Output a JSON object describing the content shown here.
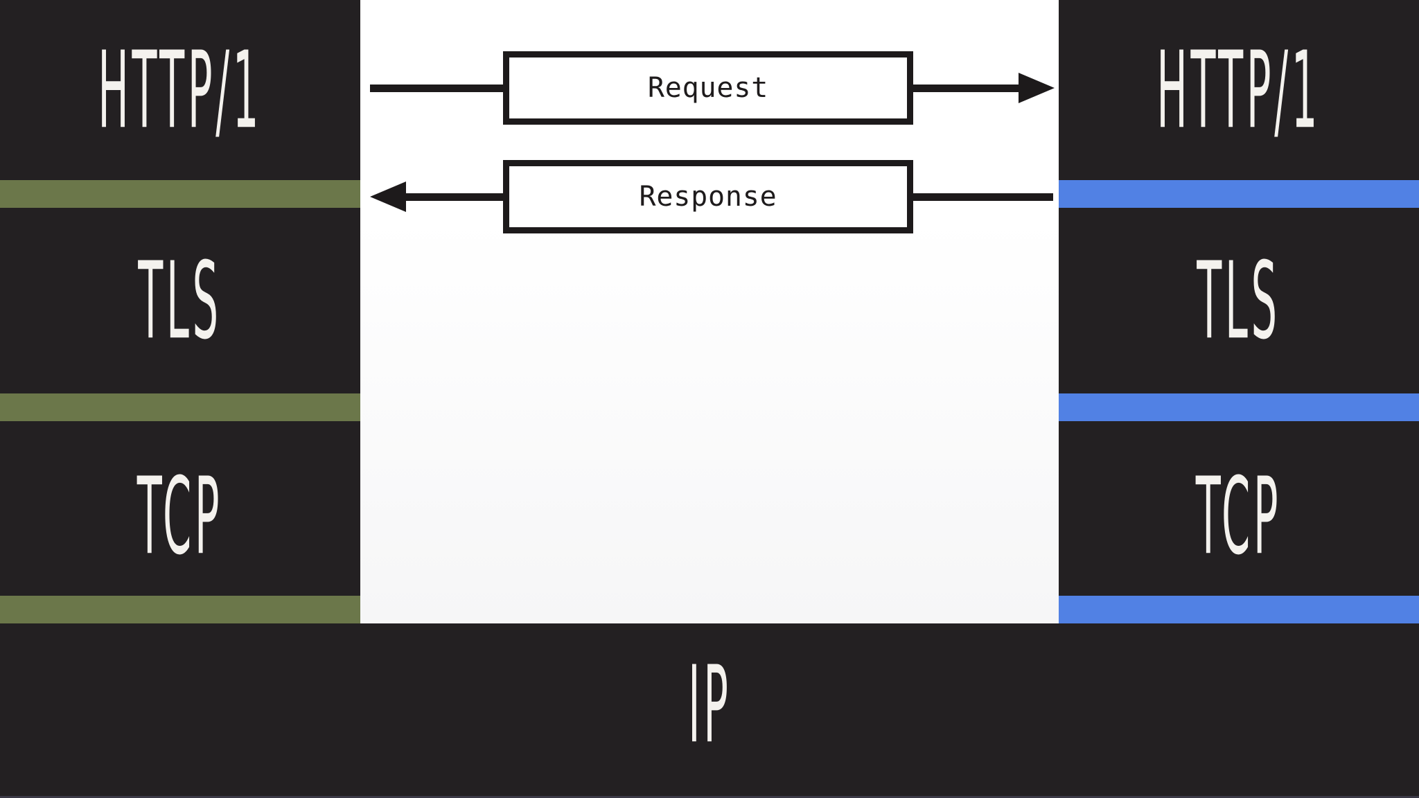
{
  "diagram": {
    "client_stack": {
      "layers": [
        {
          "label": "HTTP/1"
        },
        {
          "label": "TLS"
        },
        {
          "label": "TCP"
        }
      ]
    },
    "server_stack": {
      "layers": [
        {
          "label": "HTTP/1"
        },
        {
          "label": "TLS"
        },
        {
          "label": "TCP"
        }
      ]
    },
    "shared_layer": {
      "label": "IP"
    },
    "messages": [
      {
        "label": "Request",
        "direction": "right"
      },
      {
        "label": "Response",
        "direction": "left"
      }
    ],
    "colors": {
      "background_dark": "#232022",
      "client_layer_accent": "#6b774a",
      "server_layer_accent": "#5181e4",
      "stroke": "#1d1a1b",
      "panel": "#ffffff"
    }
  }
}
